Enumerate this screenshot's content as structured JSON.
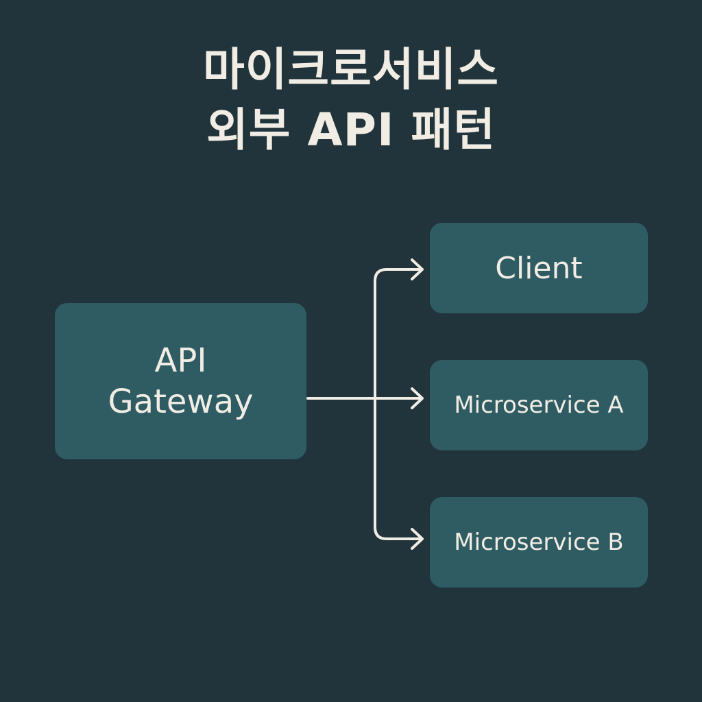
{
  "title": {
    "line1": "마이크로서비스",
    "line2": "외부 API 패턴"
  },
  "gateway": {
    "line1": "API",
    "line2": "Gateway"
  },
  "targets": {
    "client": "Client",
    "service_a": "Microservice A",
    "service_b": "Microservice B"
  },
  "colors": {
    "background": "#22343b",
    "box": "#2f5c63",
    "text": "#f1ede4",
    "arrow": "#f1ede4"
  }
}
